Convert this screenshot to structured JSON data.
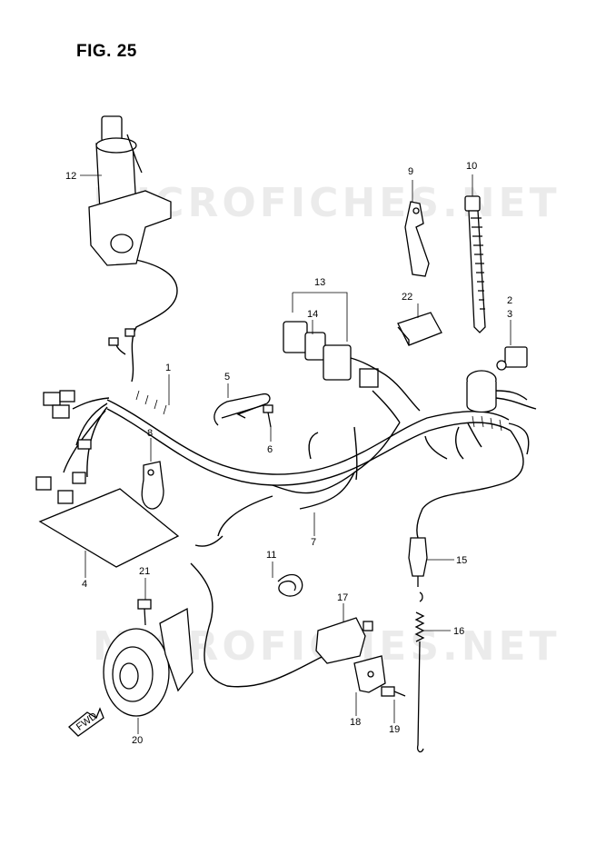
{
  "figure": {
    "title": "FIG. 25"
  },
  "watermark": {
    "text": "MICROFICHES.NET"
  },
  "parts": [
    {
      "id": "p1",
      "label": "1"
    },
    {
      "id": "p2",
      "label": "2"
    },
    {
      "id": "p3",
      "label": "3"
    },
    {
      "id": "p4",
      "label": "4"
    },
    {
      "id": "p5",
      "label": "5"
    },
    {
      "id": "p6",
      "label": "6"
    },
    {
      "id": "p7",
      "label": "7"
    },
    {
      "id": "p8",
      "label": "8"
    },
    {
      "id": "p9",
      "label": "9"
    },
    {
      "id": "p10",
      "label": "10"
    },
    {
      "id": "p11",
      "label": "11"
    },
    {
      "id": "p12",
      "label": "12"
    },
    {
      "id": "p13",
      "label": "13"
    },
    {
      "id": "p14",
      "label": "14"
    },
    {
      "id": "p15",
      "label": "15"
    },
    {
      "id": "p16",
      "label": "16"
    },
    {
      "id": "p17",
      "label": "17"
    },
    {
      "id": "p18",
      "label": "18"
    },
    {
      "id": "p19",
      "label": "19"
    },
    {
      "id": "p20",
      "label": "20"
    },
    {
      "id": "p21",
      "label": "21"
    },
    {
      "id": "p22",
      "label": "22"
    }
  ],
  "fwd_arrow": {
    "label": "FWD"
  }
}
